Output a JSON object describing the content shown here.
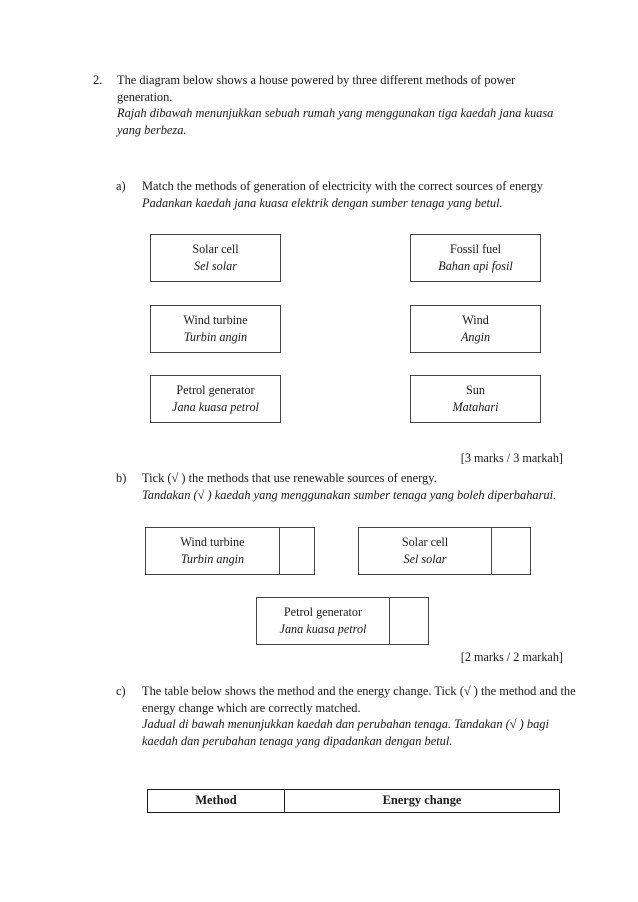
{
  "question": {
    "number": "2.",
    "english": "The diagram below shows a house powered by three different methods of power generation.",
    "malay": "Rajah dibawah menunjukkan sebuah rumah yang menggunakan tiga kaedah jana kuasa yang berbeza."
  },
  "part_a": {
    "label": "a)",
    "english": "Match the methods of generation of electricity with the correct sources of energy",
    "malay": "Padankan kaedah jana kuasa elektrik dengan sumber tenaga yang betul.",
    "left_boxes": [
      {
        "english": "Solar cell",
        "malay": "Sel solar"
      },
      {
        "english": "Wind turbine",
        "malay": "Turbin angin"
      },
      {
        "english": "Petrol generator",
        "malay": "Jana kuasa petrol"
      }
    ],
    "right_boxes": [
      {
        "english": "Fossil fuel",
        "malay": "Bahan api fosil"
      },
      {
        "english": "Wind",
        "malay": "Angin"
      },
      {
        "english": "Sun",
        "malay": "Matahari"
      }
    ],
    "marks": "[3 marks / 3 markah]"
  },
  "part_b": {
    "label": "b)",
    "english": "Tick (√ ) the methods that use renewable sources of energy.",
    "malay": "Tandakan (√ ) kaedah yang menggunakan sumber tenaga yang boleh diperbaharui.",
    "boxes": [
      {
        "english": "Wind turbine",
        "malay": "Turbin angin",
        "tick": ""
      },
      {
        "english": "Solar cell",
        "malay": "Sel solar",
        "tick": ""
      },
      {
        "english": "Petrol generator",
        "malay": "Jana kuasa petrol",
        "tick": ""
      }
    ],
    "marks": "[2 marks / 2 markah]"
  },
  "part_c": {
    "label": "c)",
    "english": "The table below shows the method and the energy change. Tick (√ ) the method and the energy change which are correctly matched.",
    "malay": "Jadual di bawah menunjukkan kaedah dan perubahan tenaga. Tandakan (√ ) bagi kaedah dan perubahan tenaga yang dipadankan dengan betul.",
    "table": {
      "headers": [
        "Method",
        "Energy change"
      ],
      "rows": []
    }
  }
}
